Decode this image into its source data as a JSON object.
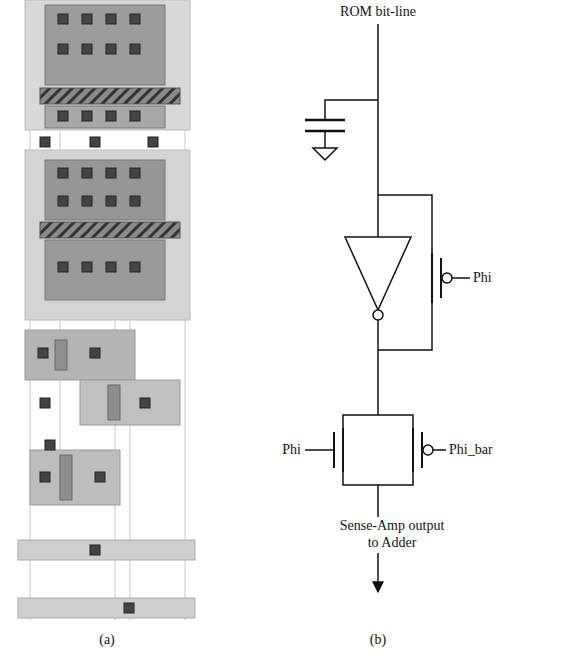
{
  "diagram": {
    "labels": [
      "ROM bit-line",
      "Phi",
      "Phi",
      "Phi_bar",
      "Sense-Amp output to Adder",
      "(a)",
      "(b)"
    ]
  }
}
